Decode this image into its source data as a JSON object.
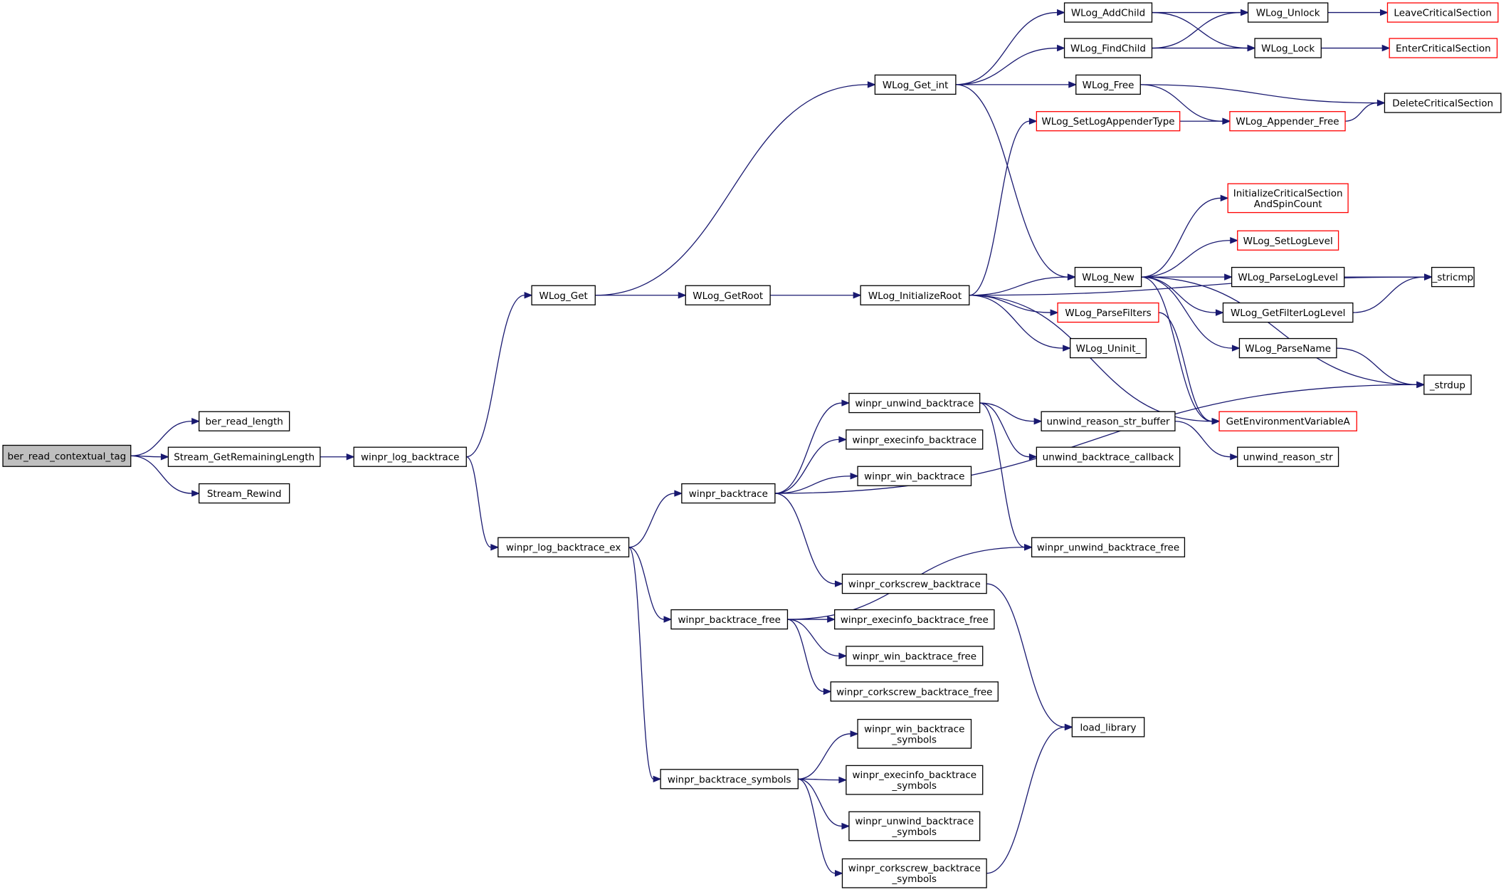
{
  "graph": {
    "title": "",
    "colors": {
      "edge": "#191970",
      "node_border": "#000000",
      "node_border_external": "#ff0000",
      "root_fill": "#bfbfbf"
    },
    "nodes": [
      {
        "id": "ber_read_contextual_tag",
        "label": [
          "ber_read_contextual_tag"
        ],
        "root": true
      },
      {
        "id": "ber_read_length",
        "label": [
          "ber_read_length"
        ]
      },
      {
        "id": "Stream_GetRemainingLength",
        "label": [
          "Stream_GetRemainingLength"
        ]
      },
      {
        "id": "Stream_Rewind",
        "label": [
          "Stream_Rewind"
        ]
      },
      {
        "id": "winpr_log_backtrace",
        "label": [
          "winpr_log_backtrace"
        ]
      },
      {
        "id": "WLog_Get",
        "label": [
          "WLog_Get"
        ]
      },
      {
        "id": "winpr_log_backtrace_ex",
        "label": [
          "winpr_log_backtrace_ex"
        ]
      },
      {
        "id": "WLog_GetRoot",
        "label": [
          "WLog_GetRoot"
        ]
      },
      {
        "id": "WLog_Get_int",
        "label": [
          "WLog_Get_int"
        ]
      },
      {
        "id": "WLog_InitializeRoot",
        "label": [
          "WLog_InitializeRoot"
        ]
      },
      {
        "id": "winpr_backtrace",
        "label": [
          "winpr_backtrace"
        ]
      },
      {
        "id": "winpr_backtrace_free",
        "label": [
          "winpr_backtrace_free"
        ]
      },
      {
        "id": "winpr_backtrace_symbols",
        "label": [
          "winpr_backtrace_symbols"
        ]
      },
      {
        "id": "winpr_unwind_backtrace",
        "label": [
          "winpr_unwind_backtrace"
        ]
      },
      {
        "id": "winpr_execinfo_backtrace",
        "label": [
          "winpr_execinfo_backtrace"
        ]
      },
      {
        "id": "winpr_win_backtrace",
        "label": [
          "winpr_win_backtrace"
        ]
      },
      {
        "id": "winpr_corkscrew_backtrace",
        "label": [
          "winpr_corkscrew_backtrace"
        ]
      },
      {
        "id": "winpr_execinfo_backtrace_free",
        "label": [
          "winpr_execinfo_backtrace_free"
        ]
      },
      {
        "id": "winpr_win_backtrace_free",
        "label": [
          "winpr_win_backtrace_free"
        ]
      },
      {
        "id": "winpr_corkscrew_backtrace_free",
        "label": [
          "winpr_corkscrew_backtrace_free"
        ]
      },
      {
        "id": "winpr_win_backtrace_symbols",
        "label": [
          "winpr_win_backtrace",
          "_symbols"
        ]
      },
      {
        "id": "winpr_execinfo_backtrace_symbols",
        "label": [
          "winpr_execinfo_backtrace",
          "_symbols"
        ]
      },
      {
        "id": "winpr_unwind_backtrace_symbols",
        "label": [
          "winpr_unwind_backtrace",
          "_symbols"
        ]
      },
      {
        "id": "winpr_corkscrew_backtrace_symbols",
        "label": [
          "winpr_corkscrew_backtrace",
          "_symbols"
        ]
      },
      {
        "id": "WLog_AddChild",
        "label": [
          "WLog_AddChild"
        ]
      },
      {
        "id": "WLog_FindChild",
        "label": [
          "WLog_FindChild"
        ]
      },
      {
        "id": "WLog_Free",
        "label": [
          "WLog_Free"
        ]
      },
      {
        "id": "WLog_New",
        "label": [
          "WLog_New"
        ]
      },
      {
        "id": "WLog_SetLogAppenderType",
        "label": [
          "WLog_SetLogAppenderType"
        ],
        "external": true
      },
      {
        "id": "WLog_ParseFilters",
        "label": [
          "WLog_ParseFilters"
        ],
        "external": true
      },
      {
        "id": "WLog_Uninit_",
        "label": [
          "WLog_Uninit_"
        ]
      },
      {
        "id": "unwind_reason_str_buffer",
        "label": [
          "unwind_reason_str_buffer"
        ]
      },
      {
        "id": "unwind_backtrace_callback",
        "label": [
          "unwind_backtrace_callback"
        ]
      },
      {
        "id": "winpr_unwind_backtrace_free",
        "label": [
          "winpr_unwind_backtrace_free"
        ]
      },
      {
        "id": "load_library",
        "label": [
          "load_library"
        ]
      },
      {
        "id": "WLog_Unlock",
        "label": [
          "WLog_Unlock"
        ]
      },
      {
        "id": "WLog_Lock",
        "label": [
          "WLog_Lock"
        ]
      },
      {
        "id": "WLog_Appender_Free",
        "label": [
          "WLog_Appender_Free"
        ],
        "external": true
      },
      {
        "id": "InitializeCriticalSectionAndSpinCount",
        "label": [
          "InitializeCriticalSection",
          "AndSpinCount"
        ],
        "external": true
      },
      {
        "id": "WLog_SetLogLevel",
        "label": [
          "WLog_SetLogLevel"
        ],
        "external": true
      },
      {
        "id": "WLog_ParseLogLevel",
        "label": [
          "WLog_ParseLogLevel"
        ]
      },
      {
        "id": "WLog_GetFilterLogLevel",
        "label": [
          "WLog_GetFilterLogLevel"
        ]
      },
      {
        "id": "WLog_ParseName",
        "label": [
          "WLog_ParseName"
        ]
      },
      {
        "id": "GetEnvironmentVariableA",
        "label": [
          "GetEnvironmentVariableA"
        ],
        "external": true
      },
      {
        "id": "unwind_reason_str",
        "label": [
          "unwind_reason_str"
        ]
      },
      {
        "id": "LeaveCriticalSection",
        "label": [
          "LeaveCriticalSection"
        ],
        "external": true
      },
      {
        "id": "EnterCriticalSection",
        "label": [
          "EnterCriticalSection"
        ],
        "external": true
      },
      {
        "id": "DeleteCriticalSection",
        "label": [
          "DeleteCriticalSection"
        ]
      },
      {
        "id": "_stricmp",
        "label": [
          "_stricmp"
        ]
      },
      {
        "id": "_strdup",
        "label": [
          "_strdup"
        ]
      }
    ],
    "edges": [
      [
        "ber_read_contextual_tag",
        "ber_read_length"
      ],
      [
        "ber_read_contextual_tag",
        "Stream_GetRemainingLength"
      ],
      [
        "ber_read_contextual_tag",
        "Stream_Rewind"
      ],
      [
        "Stream_GetRemainingLength",
        "winpr_log_backtrace"
      ],
      [
        "winpr_log_backtrace",
        "WLog_Get"
      ],
      [
        "winpr_log_backtrace",
        "winpr_log_backtrace_ex"
      ],
      [
        "WLog_Get",
        "WLog_GetRoot"
      ],
      [
        "WLog_Get",
        "WLog_Get_int"
      ],
      [
        "WLog_GetRoot",
        "WLog_InitializeRoot"
      ],
      [
        "WLog_Get_int",
        "WLog_AddChild"
      ],
      [
        "WLog_Get_int",
        "WLog_FindChild"
      ],
      [
        "WLog_Get_int",
        "WLog_Free"
      ],
      [
        "WLog_Get_int",
        "WLog_New"
      ],
      [
        "WLog_AddChild",
        "WLog_Unlock"
      ],
      [
        "WLog_AddChild",
        "WLog_Lock"
      ],
      [
        "WLog_FindChild",
        "WLog_Unlock"
      ],
      [
        "WLog_FindChild",
        "WLog_Lock"
      ],
      [
        "WLog_Unlock",
        "LeaveCriticalSection"
      ],
      [
        "WLog_Lock",
        "EnterCriticalSection"
      ],
      [
        "WLog_Free",
        "DeleteCriticalSection"
      ],
      [
        "WLog_Free",
        "WLog_Appender_Free"
      ],
      [
        "WLog_SetLogAppenderType",
        "WLog_Appender_Free"
      ],
      [
        "WLog_Appender_Free",
        "DeleteCriticalSection"
      ],
      [
        "WLog_InitializeRoot",
        "WLog_SetLogAppenderType"
      ],
      [
        "WLog_InitializeRoot",
        "_stricmp"
      ],
      [
        "WLog_InitializeRoot",
        "WLog_New"
      ],
      [
        "WLog_InitializeRoot",
        "WLog_ParseFilters"
      ],
      [
        "WLog_InitializeRoot",
        "WLog_Uninit_"
      ],
      [
        "WLog_InitializeRoot",
        "GetEnvironmentVariableA"
      ],
      [
        "WLog_New",
        "InitializeCriticalSectionAndSpinCount"
      ],
      [
        "WLog_New",
        "WLog_SetLogLevel"
      ],
      [
        "WLog_New",
        "WLog_ParseLogLevel"
      ],
      [
        "WLog_New",
        "WLog_GetFilterLogLevel"
      ],
      [
        "WLog_New",
        "WLog_ParseName"
      ],
      [
        "WLog_New",
        "GetEnvironmentVariableA"
      ],
      [
        "WLog_New",
        "_strdup"
      ],
      [
        "WLog_ParseLogLevel",
        "_stricmp"
      ],
      [
        "WLog_GetFilterLogLevel",
        "_stricmp"
      ],
      [
        "WLog_ParseName",
        "_strdup"
      ],
      [
        "WLog_ParseFilters",
        "GetEnvironmentVariableA"
      ],
      [
        "winpr_log_backtrace_ex",
        "winpr_backtrace"
      ],
      [
        "winpr_log_backtrace_ex",
        "winpr_backtrace_free"
      ],
      [
        "winpr_log_backtrace_ex",
        "winpr_backtrace_symbols"
      ],
      [
        "winpr_backtrace",
        "winpr_unwind_backtrace"
      ],
      [
        "winpr_backtrace",
        "winpr_execinfo_backtrace"
      ],
      [
        "winpr_backtrace",
        "winpr_win_backtrace"
      ],
      [
        "winpr_backtrace",
        "_strdup"
      ],
      [
        "winpr_backtrace",
        "winpr_corkscrew_backtrace"
      ],
      [
        "winpr_unwind_backtrace",
        "unwind_reason_str_buffer"
      ],
      [
        "winpr_unwind_backtrace",
        "unwind_backtrace_callback"
      ],
      [
        "winpr_unwind_backtrace",
        "winpr_unwind_backtrace_free"
      ],
      [
        "unwind_reason_str_buffer",
        "unwind_reason_str"
      ],
      [
        "winpr_corkscrew_backtrace",
        "load_library"
      ],
      [
        "winpr_backtrace_free",
        "winpr_unwind_backtrace_free"
      ],
      [
        "winpr_backtrace_free",
        "winpr_execinfo_backtrace_free"
      ],
      [
        "winpr_backtrace_free",
        "winpr_win_backtrace_free"
      ],
      [
        "winpr_backtrace_free",
        "winpr_corkscrew_backtrace_free"
      ],
      [
        "winpr_backtrace_symbols",
        "winpr_win_backtrace_symbols"
      ],
      [
        "winpr_backtrace_symbols",
        "winpr_execinfo_backtrace_symbols"
      ],
      [
        "winpr_backtrace_symbols",
        "winpr_unwind_backtrace_symbols"
      ],
      [
        "winpr_backtrace_symbols",
        "winpr_corkscrew_backtrace_symbols"
      ],
      [
        "winpr_corkscrew_backtrace_symbols",
        "load_library"
      ]
    ]
  }
}
